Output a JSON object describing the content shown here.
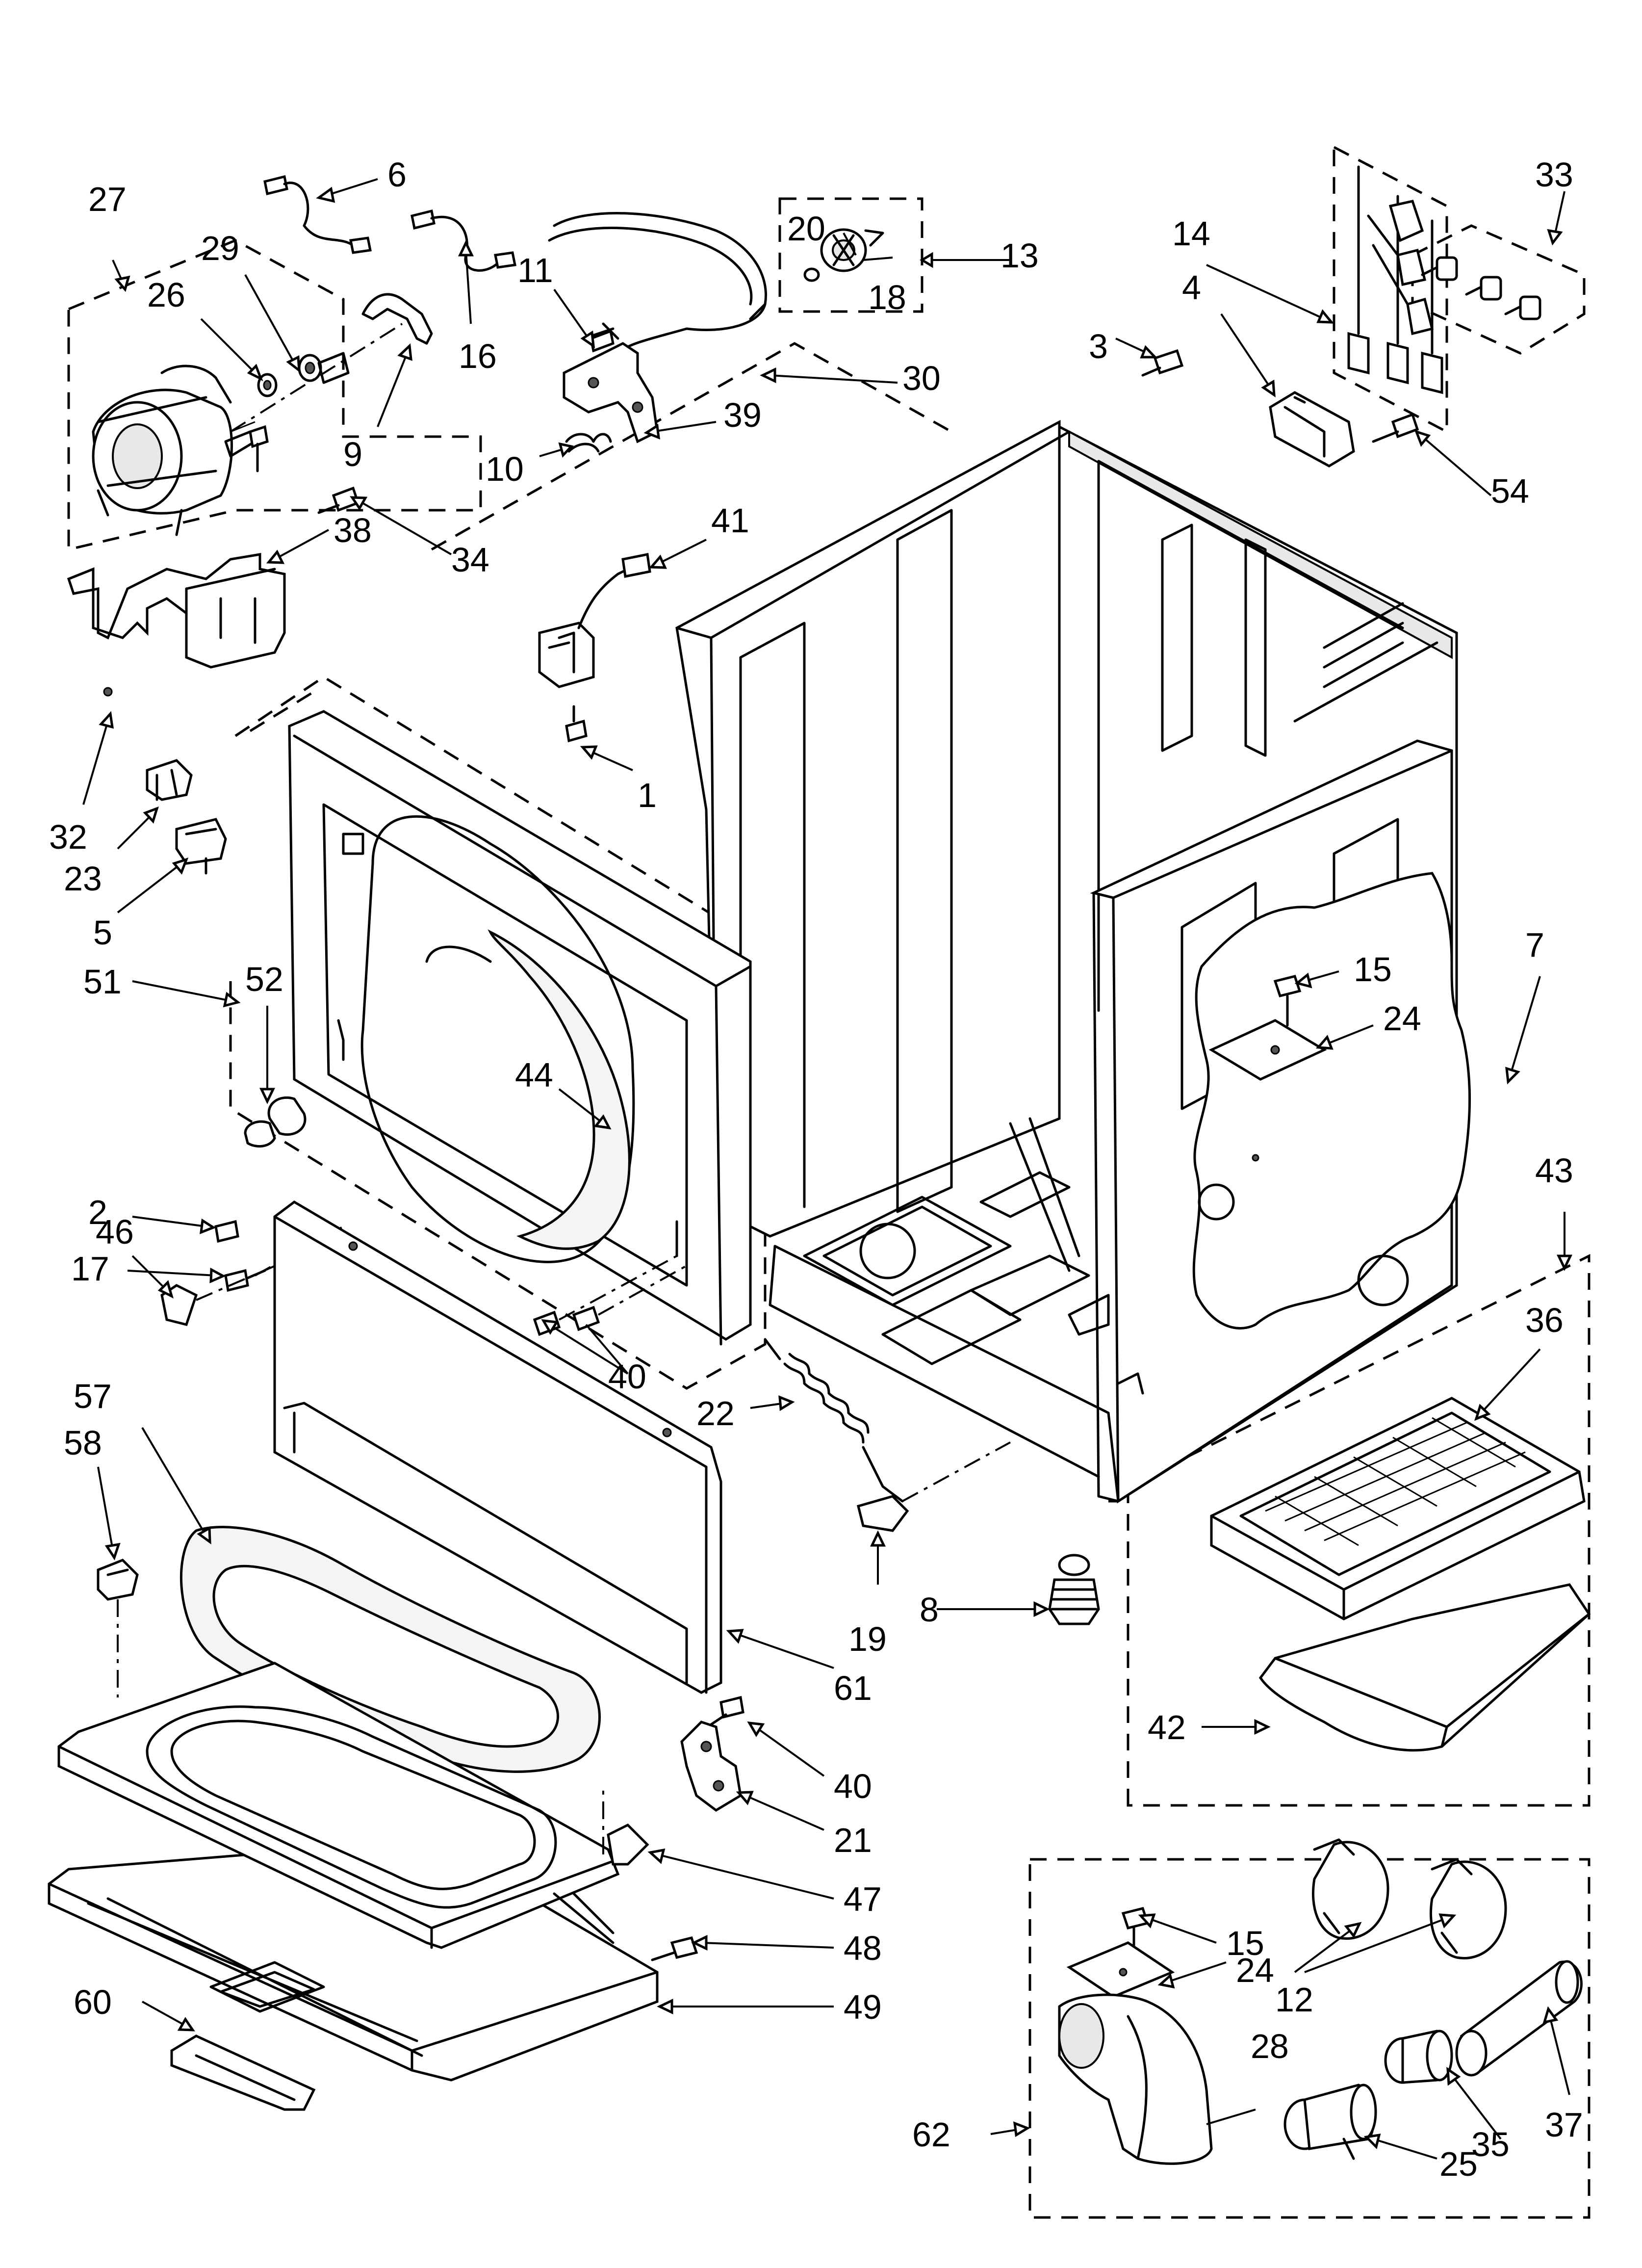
{
  "callouts": [
    {
      "id": "c6",
      "text": "6"
    },
    {
      "id": "c27",
      "text": "27"
    },
    {
      "id": "c29",
      "text": "29"
    },
    {
      "id": "c26",
      "text": "26"
    },
    {
      "id": "c16",
      "text": "16"
    },
    {
      "id": "c9",
      "text": "9"
    },
    {
      "id": "c11",
      "text": "11"
    },
    {
      "id": "c10",
      "text": "10"
    },
    {
      "id": "c20",
      "text": "20"
    },
    {
      "id": "c18",
      "text": "18"
    },
    {
      "id": "c13",
      "text": "13"
    },
    {
      "id": "c30",
      "text": "30"
    },
    {
      "id": "c39",
      "text": "39"
    },
    {
      "id": "c3",
      "text": "3"
    },
    {
      "id": "c14",
      "text": "14"
    },
    {
      "id": "c4",
      "text": "4"
    },
    {
      "id": "c33",
      "text": "33"
    },
    {
      "id": "c54",
      "text": "54"
    },
    {
      "id": "c38",
      "text": "38"
    },
    {
      "id": "c34",
      "text": "34"
    },
    {
      "id": "c41",
      "text": "41"
    },
    {
      "id": "c1",
      "text": "1"
    },
    {
      "id": "c32",
      "text": "32"
    },
    {
      "id": "c23",
      "text": "23"
    },
    {
      "id": "c5",
      "text": "5"
    },
    {
      "id": "c52",
      "text": "52"
    },
    {
      "id": "c51",
      "text": "51"
    },
    {
      "id": "c7",
      "text": "7"
    },
    {
      "id": "c15a",
      "text": "15"
    },
    {
      "id": "c24a",
      "text": "24"
    },
    {
      "id": "c44",
      "text": "44"
    },
    {
      "id": "c2",
      "text": "2"
    },
    {
      "id": "c17",
      "text": "17"
    },
    {
      "id": "c46",
      "text": "46"
    },
    {
      "id": "c43",
      "text": "43"
    },
    {
      "id": "c36",
      "text": "36"
    },
    {
      "id": "c40a",
      "text": "40"
    },
    {
      "id": "c22",
      "text": "22"
    },
    {
      "id": "c57",
      "text": "57"
    },
    {
      "id": "c58",
      "text": "58"
    },
    {
      "id": "c8",
      "text": "8"
    },
    {
      "id": "c19",
      "text": "19"
    },
    {
      "id": "c61",
      "text": "61"
    },
    {
      "id": "c42",
      "text": "42"
    },
    {
      "id": "c40b",
      "text": "40"
    },
    {
      "id": "c21",
      "text": "21"
    },
    {
      "id": "c47",
      "text": "47"
    },
    {
      "id": "c48",
      "text": "48"
    },
    {
      "id": "c49",
      "text": "49"
    },
    {
      "id": "c60",
      "text": "60"
    },
    {
      "id": "c15b",
      "text": "15"
    },
    {
      "id": "c24b",
      "text": "24"
    },
    {
      "id": "c12",
      "text": "12"
    },
    {
      "id": "c28",
      "text": "28"
    },
    {
      "id": "c62",
      "text": "62"
    },
    {
      "id": "c25",
      "text": "25"
    },
    {
      "id": "c35",
      "text": "35"
    },
    {
      "id": "c37",
      "text": "37"
    }
  ]
}
